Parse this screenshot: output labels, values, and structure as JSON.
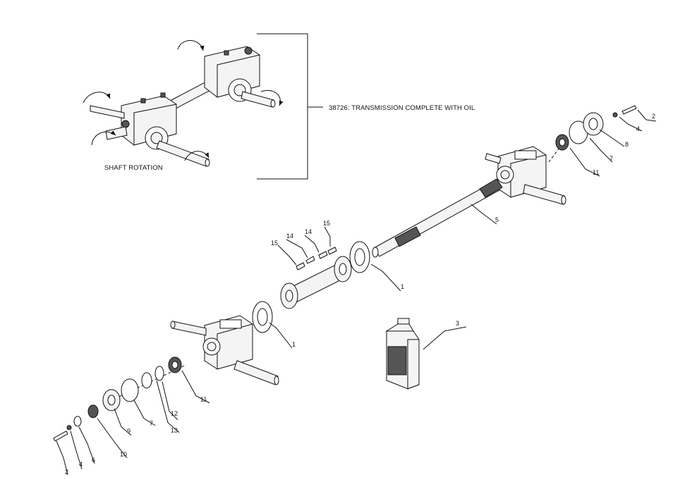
{
  "diagram": {
    "assembly_caption": "38726: TRANSMISSION COMPLETE WITH OIL",
    "rotation_caption": "SHAFT ROTATION",
    "callouts": {
      "c1a": "1",
      "c1b": "1",
      "c2a": "2",
      "c2b": "2",
      "c3": "3",
      "c4a": "4",
      "c4b": "4",
      "c5": "5",
      "c6": "6",
      "c7a": "7",
      "c7b": "7",
      "c8": "8",
      "c9": "9",
      "c10": "10",
      "c11a": "11",
      "c11b": "11",
      "c12": "12",
      "c13": "13",
      "c14a": "14",
      "c14b": "14",
      "c15a": "15",
      "c15b": "15"
    }
  }
}
